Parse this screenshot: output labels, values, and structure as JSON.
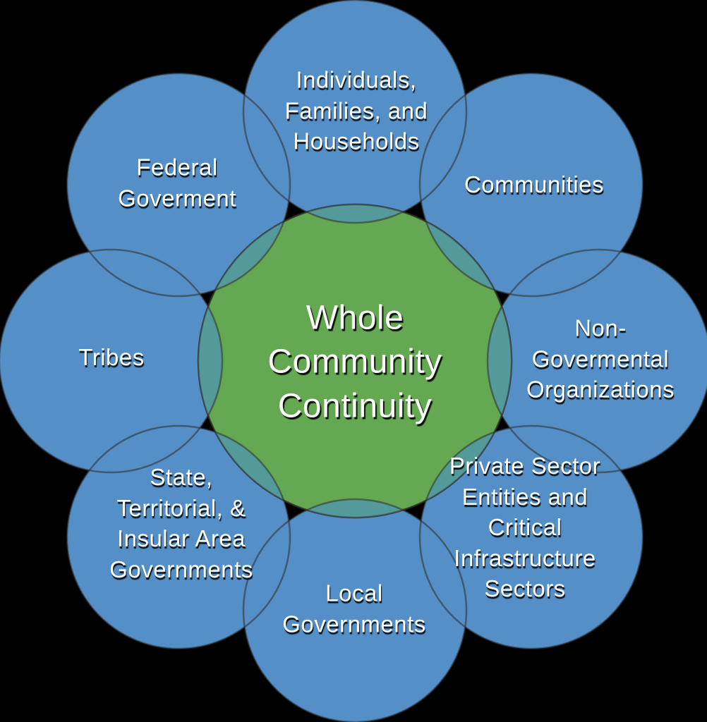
{
  "diagram": {
    "center": {
      "label": "Whole\nCommunity\nContinuity"
    },
    "segments": [
      {
        "id": "individuals",
        "position": "top",
        "label": "Individuals,\nFamilies, and\nHouseholds"
      },
      {
        "id": "communities",
        "position": "top-right",
        "label": "Communities"
      },
      {
        "id": "ngo",
        "position": "right",
        "label": "Non-\nGovermental\nOrganizations"
      },
      {
        "id": "private-sector",
        "position": "bottom-right",
        "label": "Private Sector\nEntities and\nCritical\nInfrastructure\nSectors"
      },
      {
        "id": "local-governments",
        "position": "bottom",
        "label": "Local\nGovernments"
      },
      {
        "id": "state-territorial",
        "position": "bottom-left",
        "label": "State,\nTerritorial, &\nInsular Area\nGovernments"
      },
      {
        "id": "tribes",
        "position": "left",
        "label": "Tribes"
      },
      {
        "id": "federal",
        "position": "top-left",
        "label": "Federal\nGoverment"
      }
    ],
    "colors": {
      "background": "#000000",
      "blue_circle": "#548fc7",
      "green_circle": "#64a851",
      "overlap_teal": "#559a9b",
      "text": "#ffffff"
    }
  }
}
